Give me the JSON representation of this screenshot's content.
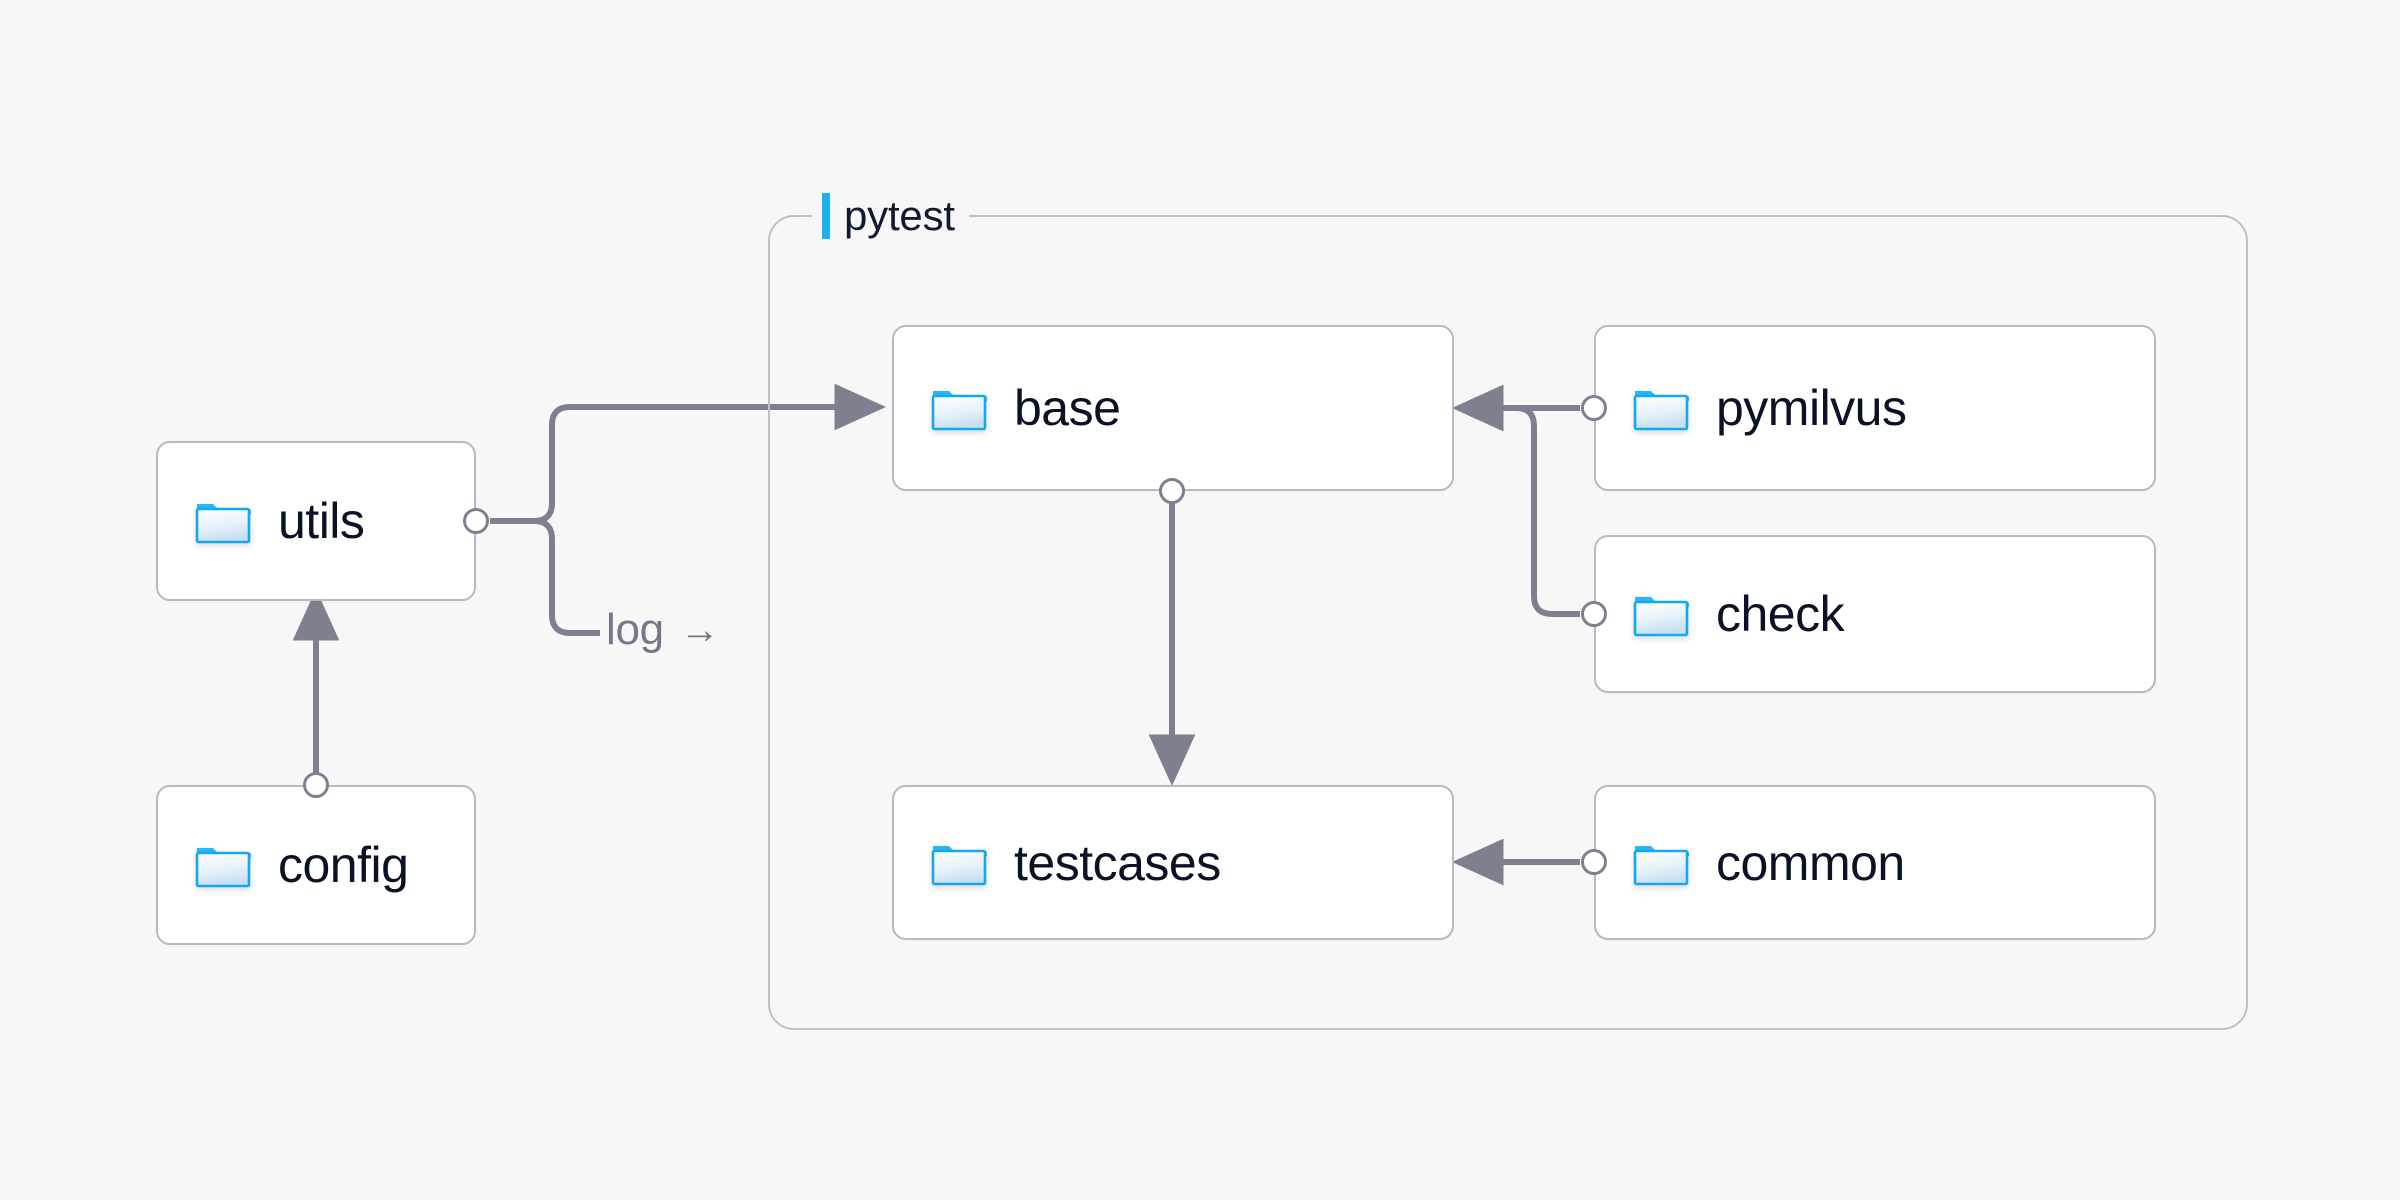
{
  "diagram": {
    "title_label": "pytest",
    "accent_color": "#1ab3f0",
    "background_color": "#f7f7f8",
    "node_text_color": "#0b1226",
    "edge_color": "#7e808f",
    "border_color": "#b9b9c6",
    "group": {
      "label": "pytest",
      "contains": [
        "base",
        "testcases",
        "pymilvus",
        "check",
        "common"
      ]
    },
    "nodes": [
      {
        "id": "utils",
        "label": "utils",
        "icon": "folder-icon"
      },
      {
        "id": "config",
        "label": "config",
        "icon": "folder-icon"
      },
      {
        "id": "base",
        "label": "base",
        "icon": "folder-icon"
      },
      {
        "id": "testcases",
        "label": "testcases",
        "icon": "folder-icon"
      },
      {
        "id": "pymilvus",
        "label": "pymilvus",
        "icon": "folder-icon"
      },
      {
        "id": "check",
        "label": "check",
        "icon": "folder-icon"
      },
      {
        "id": "common",
        "label": "common",
        "icon": "folder-icon"
      }
    ],
    "edges": [
      {
        "from": "config",
        "to": "utils",
        "label": ""
      },
      {
        "from": "utils",
        "to": "base",
        "label": ""
      },
      {
        "from": "utils",
        "to": "pytest",
        "label": "log",
        "label_arrow": "→"
      },
      {
        "from": "base",
        "to": "testcases",
        "label": ""
      },
      {
        "from": "pymilvus",
        "to": "base",
        "label": ""
      },
      {
        "from": "check",
        "to": "base",
        "label": ""
      },
      {
        "from": "common",
        "to": "testcases",
        "label": ""
      }
    ]
  }
}
